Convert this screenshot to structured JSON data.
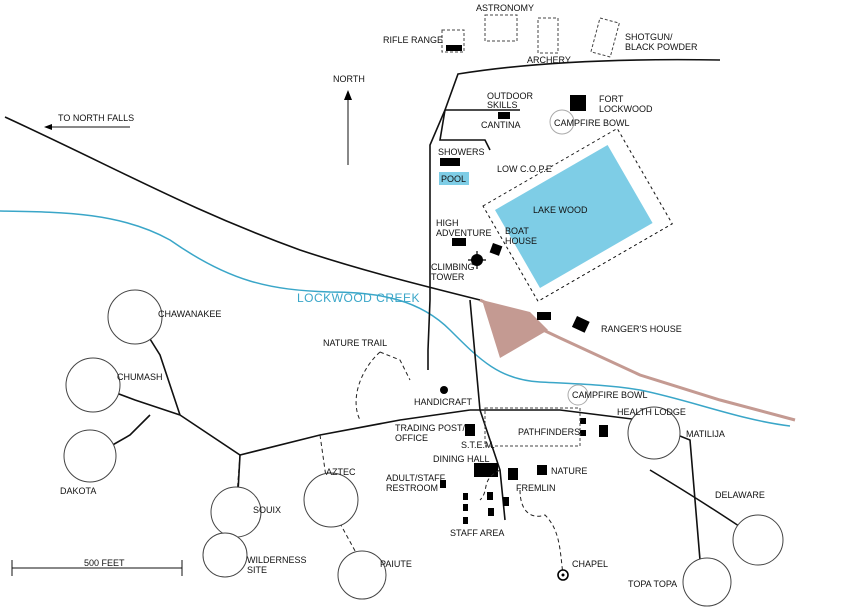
{
  "map": {
    "labels": {
      "astronomy": "ASTRONOMY",
      "rifle_range": "RIFLE RANGE",
      "archery": "ARCHERY",
      "shotgun_1": "SHOTGUN/",
      "shotgun_2": "BLACK POWDER",
      "north": "NORTH",
      "to_north_falls": "TO NORTH FALLS",
      "outdoor_skills_1": "OUTDOOR",
      "outdoor_skills_2": "SKILLS",
      "cantina": "CANTINA",
      "fort_lockwood_1": "FORT",
      "fort_lockwood_2": "LOCKWOOD",
      "campfire_bowl_north": "CAMPFIRE BOWL",
      "showers": "SHOWERS",
      "pool": "POOL",
      "low_cope": "LOW C.O.P.E",
      "lake_wood": "LAKE WOOD",
      "high_adventure_1": "HIGH",
      "high_adventure_2": "ADVENTURE",
      "boat_house_1": "BOAT",
      "boat_house_2": "HOUSE",
      "climbing_tower_1": "CLIMBING",
      "climbing_tower_2": "TOWER",
      "lockwood_creek": "LOCKWOOD CREEK",
      "chawanakee": "CHAWANAKEE",
      "rangers_house": "RANGER'S HOUSE",
      "nature_trail": "NATURE TRAIL",
      "chumash": "CHUMASH",
      "campfire_bowl_south": "CAMPFIRE BOWL",
      "handicraft": "HANDICRAFT",
      "health_lodge": "HEALTH LODGE",
      "trading_post_1": "TRADING POST/",
      "trading_post_2": "OFFICE",
      "stem": "S.T.E.M.",
      "pathfinders": "PATHFINDERS",
      "matilija": "MATILIJA",
      "dining_hall": "DINING HALL",
      "dakota": "DAKOTA",
      "aztec": "AZTEC",
      "adult_restroom_1": "ADULT/STAFF",
      "adult_restroom_2": "RESTROOM",
      "nature": "NATURE",
      "fremlin": "FREMLIN",
      "delaware": "DELAWARE",
      "souix": "SOUIX",
      "staff_area": "STAFF AREA",
      "wilderness_1": "WILDERNESS",
      "wilderness_2": "SITE",
      "chapel": "CHAPEL",
      "scale": "500 FEET",
      "paiute": "PAIUTE",
      "topa_topa": "TOPA TOPA"
    },
    "colors": {
      "water": "#7ecde6",
      "creek": "#3aa6c8",
      "bridge": "#c49a92",
      "outline": "#111111",
      "building": "#000000"
    }
  }
}
